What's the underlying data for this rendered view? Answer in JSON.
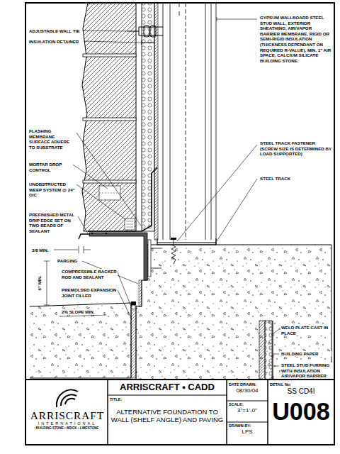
{
  "diagram": {
    "nodes": [
      {
        "text": [
          "ARRISCRAFT",
          "INTERNATIONAL",
          "BUILDING STONE • BRICK • LIMESTONE"
        ]
      },
      {
        "text": [
          "ARRISCRAFT • CADD"
        ]
      },
      {
        "text": [
          "DATE DRAWN:",
          "08/30/04"
        ]
      },
      {
        "text": [
          "DETAIL No:",
          "SS CD4I",
          "U008"
        ]
      },
      {
        "text": [
          "TITLE:",
          "ALTERNATIVE FOUNDATION TO WALL (SHELF ANGLE) AND PAVING"
        ]
      },
      {
        "text": [
          "SCALE:",
          "3\"=1'-0\""
        ]
      },
      {
        "text": [
          "DRAWN BY:",
          "LPS"
        ]
      }
    ],
    "labels": [
      "ADJUSTABLE WALL TIE",
      "INSULATION RETAINER",
      "GYPSUM WALLBOARD STEEL STUD WALL, EXTERIOR SHEATHING, AIR/VAPOR BARRIER MEMBRANE, RIGID OR SEMI-RIGID INSULATION (THICKNESS DEPENDANT ON REQUIRED R-VALUE), MIN. 1\" AIR SPACE, CALCIUM SILICATE BUILDING STONE.",
      "FLASHING MEMBRANE SURFACE ADHERE TO SUBSTRATE",
      "MORTAR DROP CONTROL",
      "UNOBSTRUCTED WEEP SYSTEM @ 24\" O/C",
      "PREFINISHED METAL DRIP EDGE SET ON TWO BEADS OF SEALANT",
      "STEEL TRACK FASTENER (SCREW SIZE IS DETERMINED BY LOAD SUPPORTED)",
      "STEEL TRACK",
      "3/8 MIN.",
      "PARGING",
      "6\" MIN.",
      "COMPRESSIBLE BACKER ROD AND SEALANT",
      "PREMOLDED EXPANSION JOINT FILLER",
      "2% SLOPE MIN.",
      "WELD PLATE CAST IN PLACE",
      "BUILDING PAPER",
      "STEEL STUD FURRING WITH INSULATION AIR/VAPOR BARRIER"
    ]
  }
}
